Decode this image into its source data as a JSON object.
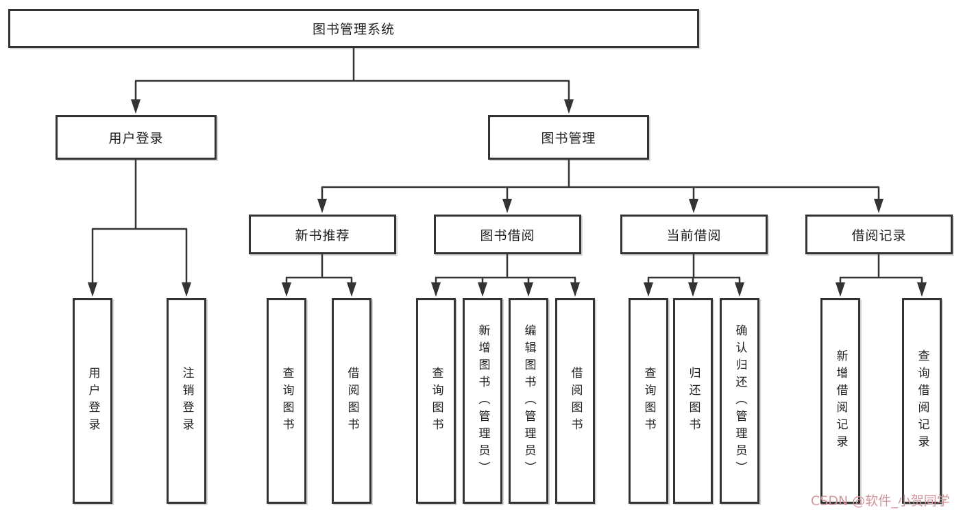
{
  "nodes": {
    "root": "图书管理系统",
    "user_login": "用户登录",
    "book_management": "图书管理",
    "new_book_recommend": "新书推荐",
    "book_borrow": "图书借阅",
    "current_borrow": "当前借阅",
    "borrow_records": "借阅记录",
    "ul_user_login": "用户登录",
    "ul_logout": "注销登录",
    "nb_query_books": "查询图书",
    "nb_borrow_books": "借阅图书",
    "bb_query_books": "查询图书",
    "bb_add_books_admin": "新增图书（管理员）",
    "bb_edit_books_admin": "编辑图书（管理员）",
    "bb_borrow_books": "借阅图书",
    "cb_query_books": "查询图书",
    "cb_return_books": "归还图书",
    "cb_confirm_return_admin": "确认归还（管理员）",
    "br_add_record": "新增借阅记录",
    "br_query_record": "查询借阅记录"
  },
  "hierarchy": {
    "图书管理系统": [
      "用户登录",
      "图书管理"
    ],
    "用户登录": [
      "用户登录",
      "注销登录"
    ],
    "图书管理": [
      "新书推荐",
      "图书借阅",
      "当前借阅",
      "借阅记录"
    ],
    "新书推荐": [
      "查询图书",
      "借阅图书"
    ],
    "图书借阅": [
      "查询图书",
      "新增图书（管理员）",
      "编辑图书（管理员）",
      "借阅图书"
    ],
    "当前借阅": [
      "查询图书",
      "归还图书",
      "确认归还（管理员）"
    ],
    "借阅记录": [
      "新增借阅记录",
      "查询借阅记录"
    ]
  },
  "watermark": "CSDN @软件_小贺同学",
  "colors": {
    "line": "#333333",
    "box_border": "#333333",
    "box_background": "#ffffff",
    "text": "#1f1f1f",
    "watermark": "#d1969b",
    "background": "#ffffff"
  }
}
